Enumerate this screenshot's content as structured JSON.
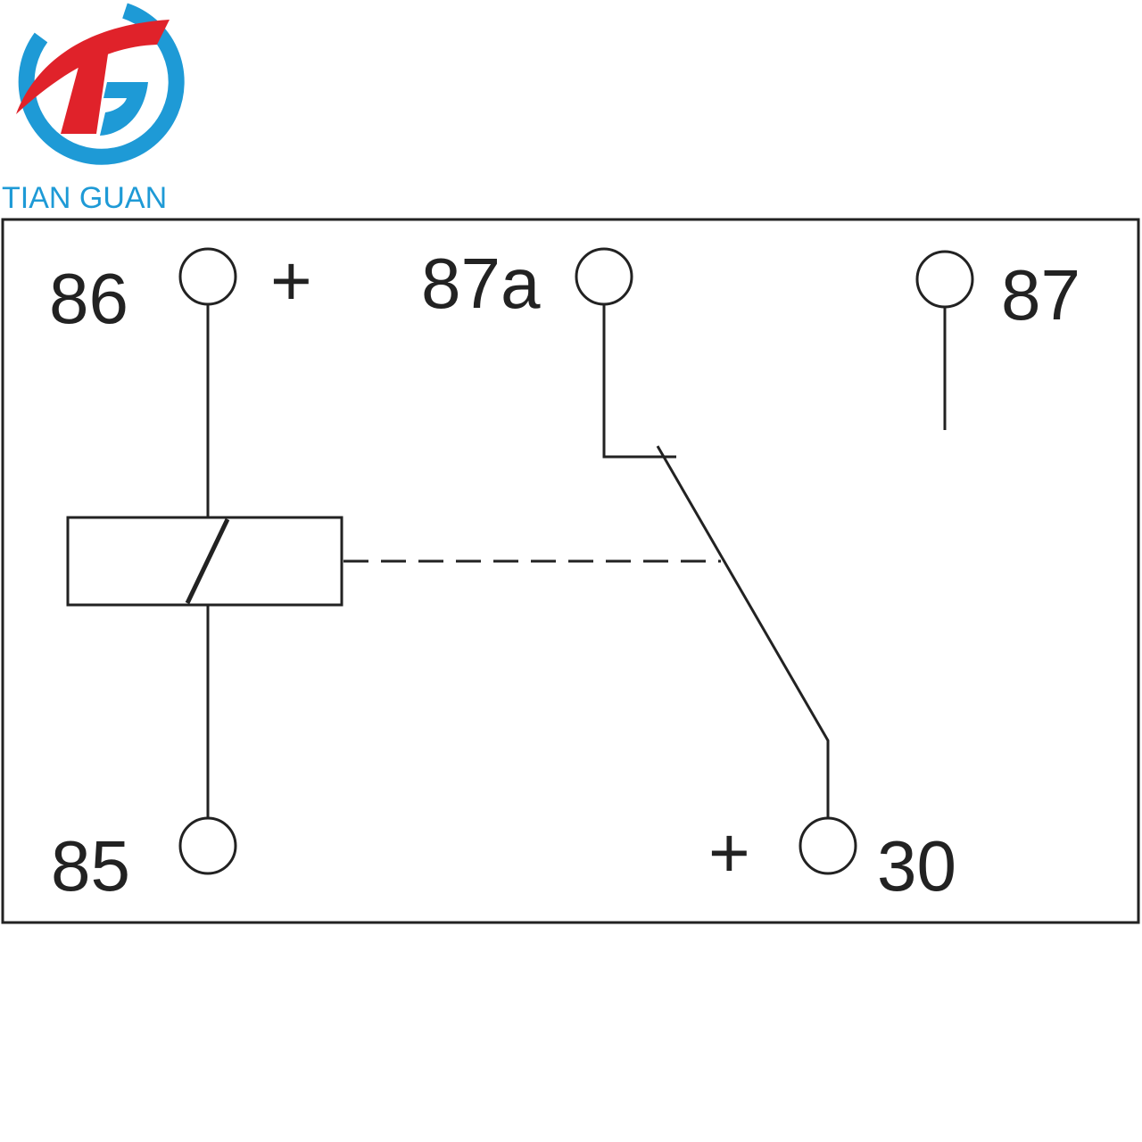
{
  "brand": {
    "name": "TIAN GUAN",
    "colors": {
      "blue": "#1e9ad6",
      "red": "#e0222a"
    }
  },
  "diagram": {
    "line_color": "#222222",
    "terminals": {
      "t86": {
        "label": "86",
        "polarity": "+"
      },
      "t87a": {
        "label": "87a"
      },
      "t87": {
        "label": "87"
      },
      "t85": {
        "label": "85"
      },
      "t30": {
        "label": "30",
        "polarity": "+"
      }
    }
  }
}
